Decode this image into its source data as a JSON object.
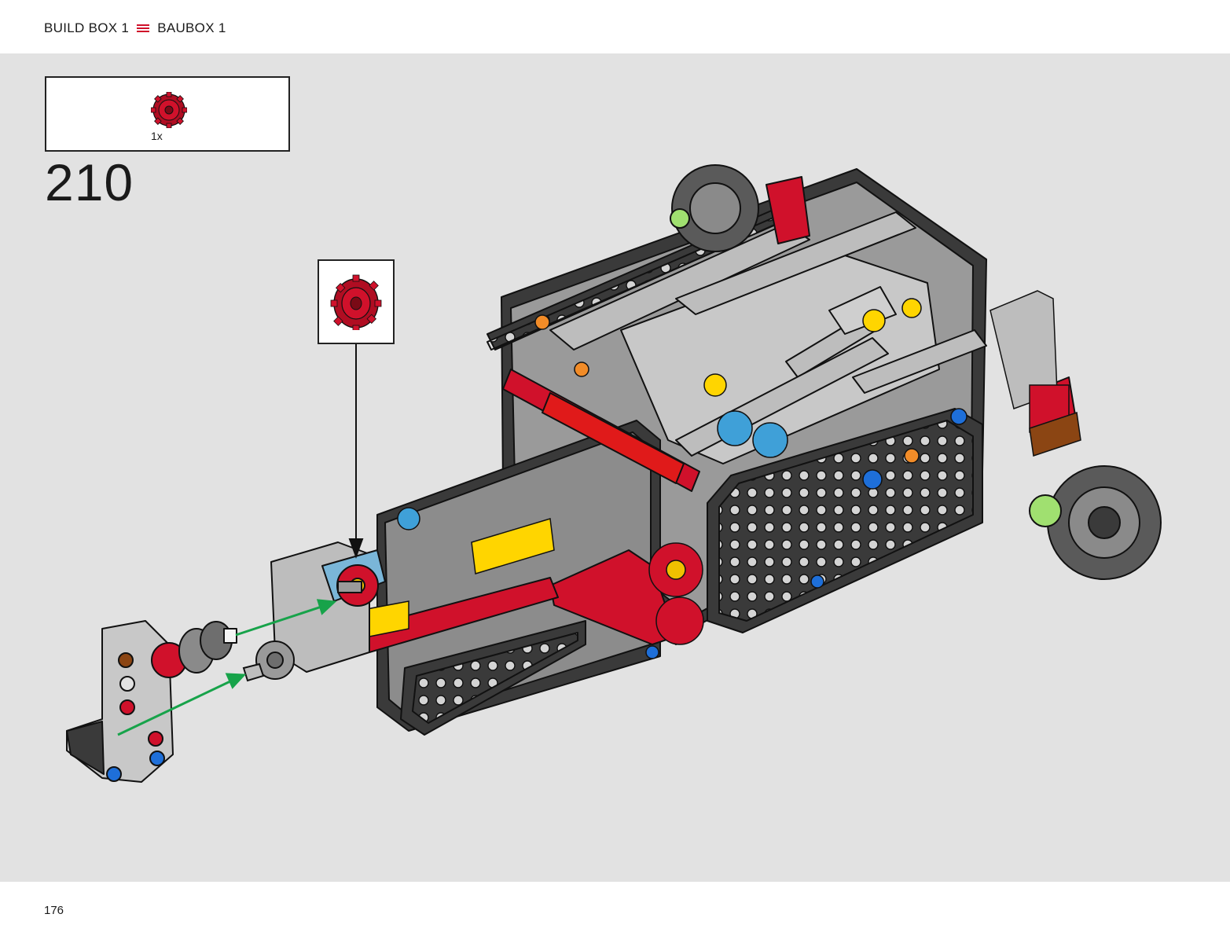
{
  "header": {
    "left_label": "BUILD BOX 1",
    "separator_icon": "menu-lines-icon",
    "right_label": "BAUBOX 1",
    "accent_color": "#d0112b"
  },
  "parts_list": {
    "quantity": "1x",
    "part_icon": "red-gear-icon"
  },
  "step": {
    "number": "210"
  },
  "callout": {
    "part_icon": "red-gear-icon"
  },
  "footer": {
    "page_number": "176"
  }
}
